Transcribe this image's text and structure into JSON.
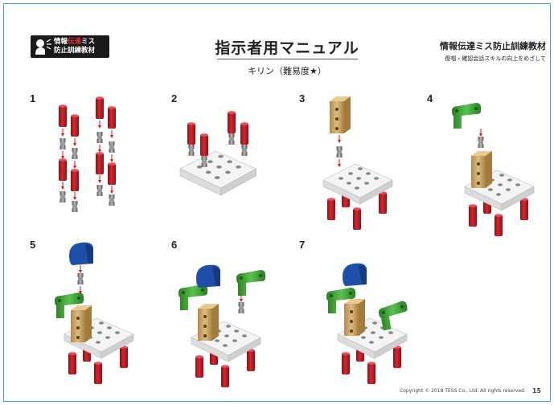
{
  "header": {
    "logo_line1_a": "情報",
    "logo_line1_b": "伝達",
    "logo_line1_c": "ミス",
    "logo_line2": "防止訓練教材",
    "title": "指示者用マニュアル",
    "subtitle": "キリン（難易度★）",
    "brand_title": "情報伝達ミス防止訓練教材",
    "brand_sub": "復唱・確認会話スキルの向上をめざして"
  },
  "steps": [
    {
      "label": "1"
    },
    {
      "label": "2"
    },
    {
      "label": "3"
    },
    {
      "label": "4"
    },
    {
      "label": "5"
    },
    {
      "label": "6"
    },
    {
      "label": "7"
    }
  ],
  "footer": {
    "copyright": "Copyright © 2018 TESS Co., Ltd. All rights reserved.",
    "page": "15"
  },
  "colors": {
    "frame": "#3aa7c9",
    "red_part": "#c8202a",
    "green_part": "#3fa535",
    "blue_part": "#1f4fa8",
    "wood_part": "#c9a468",
    "white_base": "#f2f2f2"
  }
}
